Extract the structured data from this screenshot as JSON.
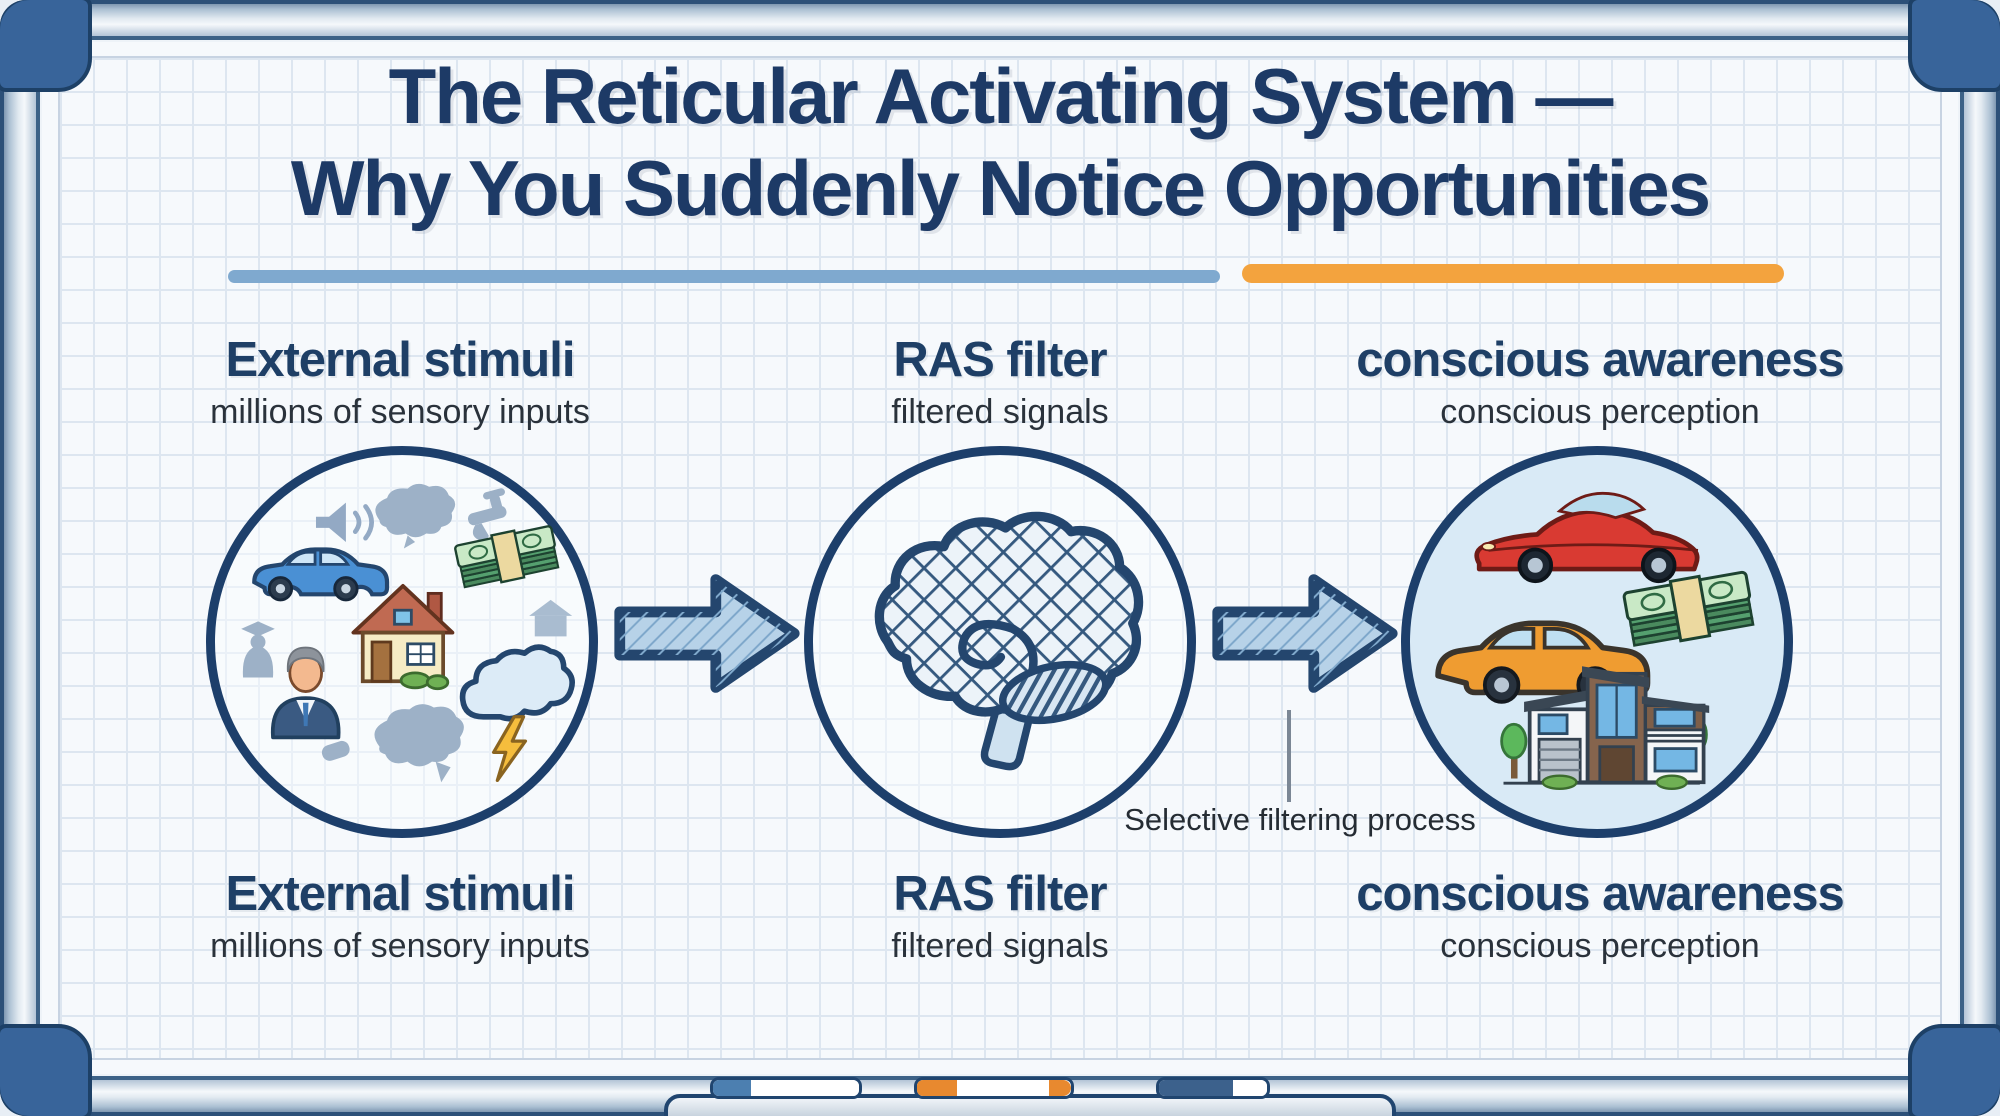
{
  "board": {
    "title_line1": "The Reticular Activating System —",
    "title_line2": "Why You Suddenly Notice Opportunities"
  },
  "steps": [
    {
      "title": "External stimuli",
      "subtitle": "millions of sensory inputs",
      "icons": [
        "speaker-icon",
        "noise-blob-icon",
        "faucet-icon",
        "blue-car-icon",
        "money-stack-icon",
        "house-icon",
        "graduate-silhouette-icon",
        "businessman-icon",
        "storm-cloud-lightning-icon",
        "house-silhouette-icon"
      ]
    },
    {
      "title": "RAS filter",
      "subtitle": "filtered signals",
      "icons": [
        "brain-mesh-icon"
      ]
    },
    {
      "title": "conscious awareness",
      "subtitle": "conscious perception",
      "icons": [
        "red-sports-car-icon",
        "orange-car-icon",
        "money-stack-icon",
        "modern-house-icon",
        "tree-icon"
      ]
    }
  ],
  "labels": {
    "filtering_process": "Selective filtering process"
  },
  "tray": {
    "markers": [
      "blue-marker",
      "orange-marker",
      "navy-marker"
    ]
  },
  "colors": {
    "title_navy": "#1d3a66",
    "underline_blue": "#7fa9cf",
    "underline_orange": "#f3a33e",
    "circle_outline": "#1d3f6b",
    "awareness_circle_fill": "#d9eaf6",
    "arrow_fill": "#b7d2e8",
    "grid_line": "#dde6f0",
    "frame_corner": "#38649a",
    "money_green": "#4a8a5e",
    "blue_car": "#4a90d4",
    "red_car": "#d93a32",
    "orange_car": "#ef9c31",
    "lightning_yellow": "#f5bd3d"
  }
}
